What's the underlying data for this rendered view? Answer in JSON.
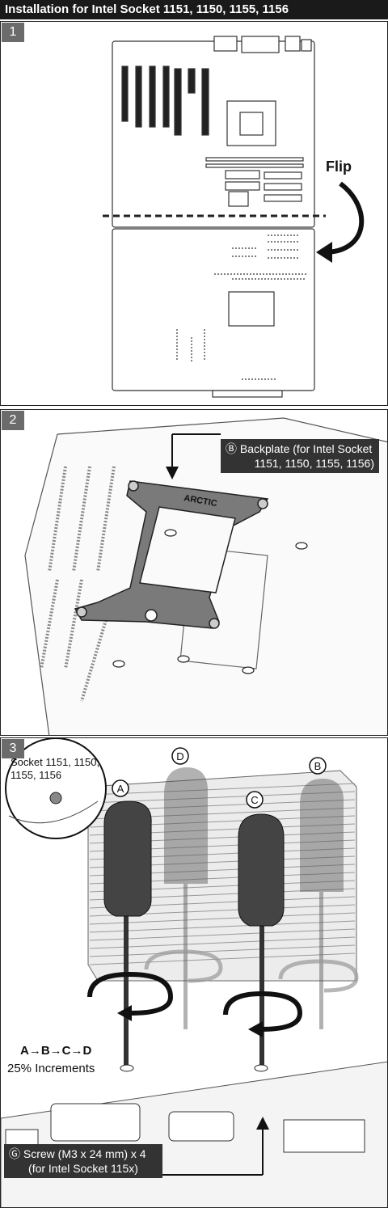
{
  "title": "Installation for Intel Socket 1151, 1150, 1155, 1156",
  "steps": [
    {
      "number": "1",
      "flip_label": "Flip"
    },
    {
      "number": "2",
      "callout_line1": "Ⓑ Backplate (for Intel Socket",
      "callout_line2": "1151, 1150, 1155, 1156)",
      "brand": "ARCTIC"
    },
    {
      "number": "3",
      "inset_line1": "Socket 1151, 1150,",
      "inset_line2": "1155, 1156",
      "markers": [
        "A",
        "B",
        "C",
        "D"
      ],
      "order_label": "A→B→C→D",
      "increments_label": "25% Increments",
      "screw_line1": "Ⓖ Screw (M3 x 24 mm) x 4",
      "screw_line2": "(for Intel Socket 115x)"
    }
  ],
  "colors": {
    "title_bg": "#1a1a1a",
    "step_badge": "#6b6b6b",
    "callout_bg": "#333333"
  }
}
